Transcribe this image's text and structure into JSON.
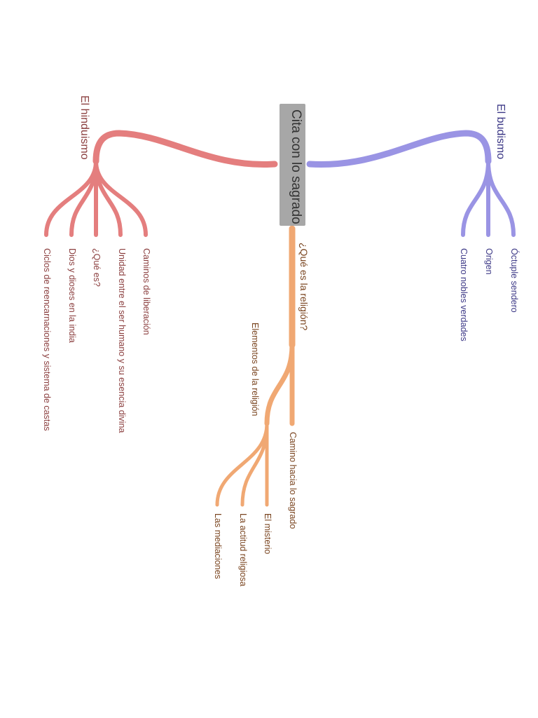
{
  "root": {
    "label": "Cita con lo sagrado"
  },
  "colors": {
    "hinduismo": "#e47e7e",
    "hinduismo_text": "#8b3f3f",
    "budismo": "#9a94e4",
    "budismo_text": "#3c3886",
    "religion": "#f0a873",
    "religion_text": "#7a4520",
    "root_box": "#a7a7a7"
  },
  "branches": {
    "hinduismo": {
      "label": "El hinduismo",
      "children": [
        "Caminos de liberación",
        "Unidad entre el ser humano y su esencia divina",
        "¿Qué es?",
        "Dios y dioses en la india",
        "Ciclos de reencarnaciones y sistema de castas"
      ]
    },
    "budismo": {
      "label": "El budismo",
      "children": [
        "Óctuple sendero",
        "Origen",
        "Cuatro nobles verdades"
      ]
    },
    "religion": {
      "label": "¿Qué es la religión?",
      "children": [
        {
          "label": "Camino hacia lo sagrado"
        },
        {
          "label": "Elementos de la religión",
          "children": [
            "El misterio",
            "La actitud religiosa",
            "Las mediaciones"
          ]
        }
      ]
    }
  }
}
